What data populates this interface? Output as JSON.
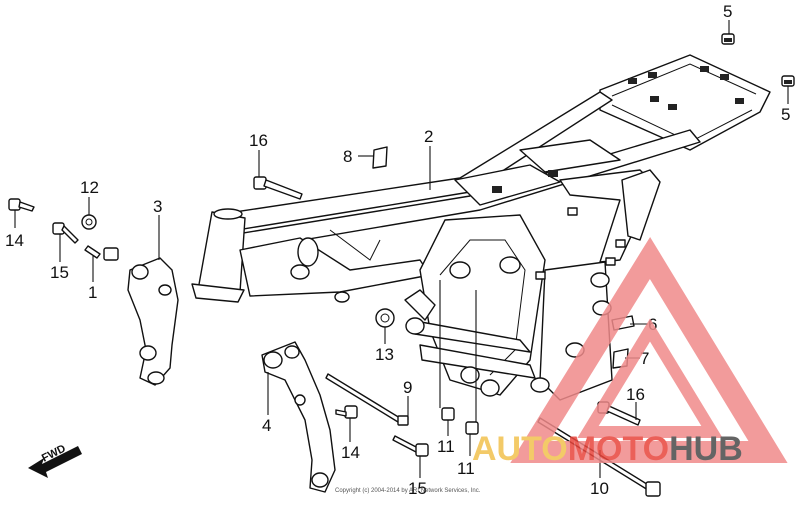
{
  "diagram": {
    "callouts": [
      {
        "id": "c5a",
        "text": "5"
      },
      {
        "id": "c5b",
        "text": "5"
      },
      {
        "id": "c2",
        "text": "2"
      },
      {
        "id": "c16a",
        "text": "16"
      },
      {
        "id": "c8",
        "text": "8"
      },
      {
        "id": "c12",
        "text": "12"
      },
      {
        "id": "c3",
        "text": "3"
      },
      {
        "id": "c14a",
        "text": "14"
      },
      {
        "id": "c15a",
        "text": "15"
      },
      {
        "id": "c1",
        "text": "1"
      },
      {
        "id": "c13",
        "text": "13"
      },
      {
        "id": "c6",
        "text": "6"
      },
      {
        "id": "c7",
        "text": "7"
      },
      {
        "id": "c16b",
        "text": "16"
      },
      {
        "id": "c4",
        "text": "4"
      },
      {
        "id": "c9",
        "text": "9"
      },
      {
        "id": "c14b",
        "text": "14"
      },
      {
        "id": "c11a",
        "text": "11"
      },
      {
        "id": "c11b",
        "text": "11"
      },
      {
        "id": "c15b",
        "text": "15"
      },
      {
        "id": "c10",
        "text": "10"
      }
    ],
    "direction_label": "FWD",
    "copyright": "Copyright (c) 2004-2014 by ARI Network Services, Inc."
  },
  "watermark": {
    "part1": "AUTO",
    "part2": "MOTO",
    "part3": "HUB",
    "colors": {
      "triangle": "#f08a8a",
      "auto": "#f2c14e",
      "moto": "#e8453c",
      "hub": "#4a4a4a"
    }
  }
}
